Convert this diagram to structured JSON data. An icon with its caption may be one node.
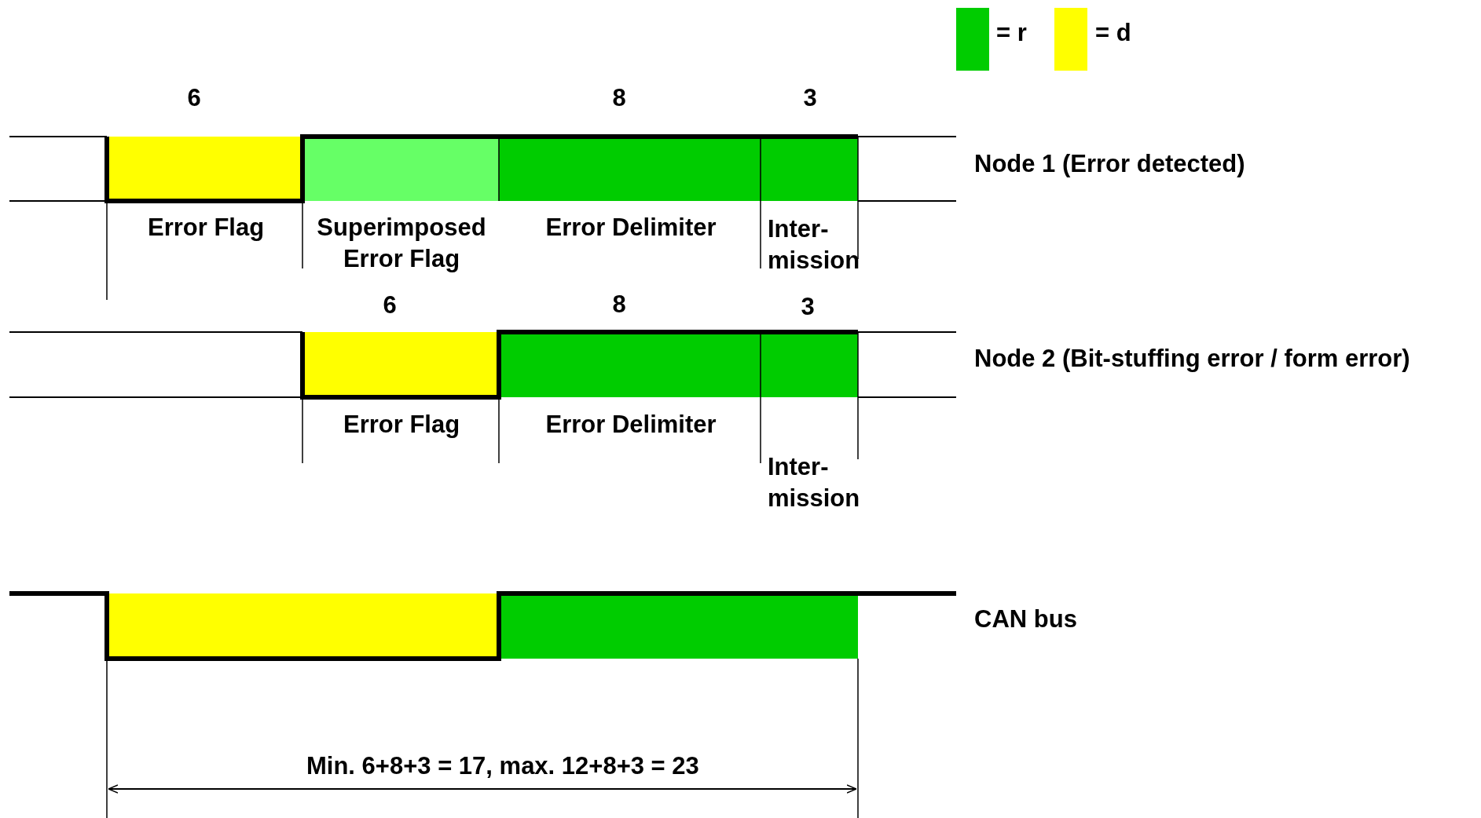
{
  "diagram": {
    "labels": [
      "6",
      "8",
      "3",
      "Node 1 (Error detected)",
      "Error Flag",
      "Superimposed Error Flag",
      "Error Delimiter",
      "Inter- mission",
      "6",
      "8",
      "3",
      "Node 2 (Bit-stuffing error / form error)",
      "Error Flag",
      "Error Delimiter",
      "Inter- mission",
      "CAN bus",
      "Min. 6+8+3 = 17, max. 12+8+3 = 23"
    ],
    "legend": [
      {
        "text": "= r",
        "color": "#00cc00"
      },
      {
        "text": "= d",
        "color": "#ffff00"
      }
    ]
  }
}
